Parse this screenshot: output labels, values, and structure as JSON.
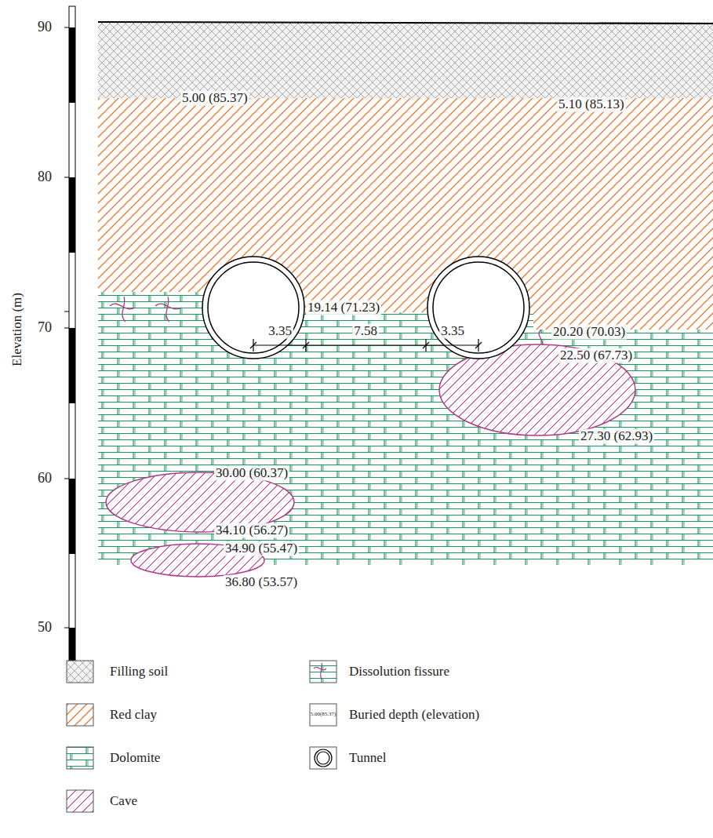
{
  "diagram": {
    "labels": [
      "90",
      "80",
      "70",
      "60",
      "50",
      "Elevation (m)",
      "5.00 (85.37)",
      "5.10 (85.13)",
      "19.14 (71.23)",
      "3.35",
      "7.58",
      "3.35",
      "20.20 (70.03)",
      "22.50 (67.73)",
      "27.30 (62.93)",
      "30.00 (60.37)",
      "34.10 (56.27)",
      "34.90 (55.47)",
      "36.80 (53.57)",
      "5.00(85.37)"
    ],
    "legend": [
      {
        "text": "Filling soil"
      },
      {
        "text": "Red clay"
      },
      {
        "text": "Dolomite"
      },
      {
        "text": "Cave"
      },
      {
        "text": "Dissolution fissure"
      },
      {
        "text": "Buried depth (elevation)"
      },
      {
        "text": "Tunnel"
      }
    ]
  }
}
